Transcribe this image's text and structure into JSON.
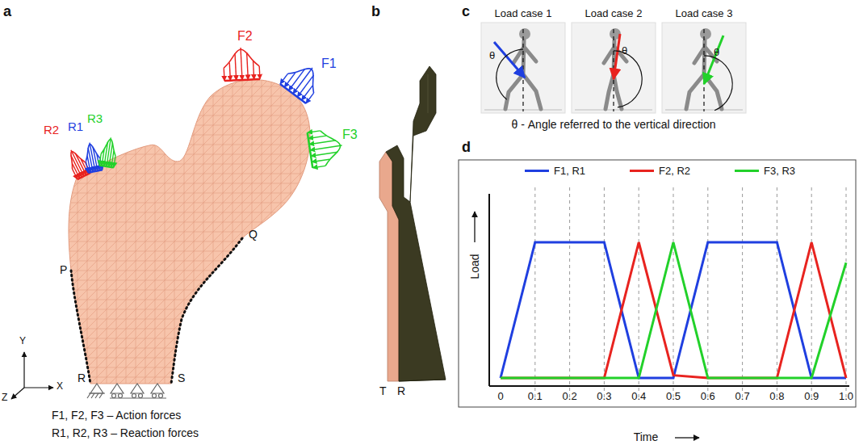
{
  "diagram": {
    "labels": [
      "a",
      "b",
      "c",
      "d",
      "F2",
      "F1",
      "F3",
      "R1",
      "R2",
      "R3",
      "P",
      "Q",
      "R",
      "S",
      "Y",
      "X",
      "Z",
      "T",
      "R",
      "F1, F2, F3 – Action forces",
      "R1, R2, R3 – Reaction forces",
      "Load case 1",
      "Load case 2",
      "Load case 3",
      "θ",
      "θ",
      "θ",
      "θ - Angle referred to the vertical direction",
      "Load",
      "0",
      "0.1",
      "0.2",
      "0.3",
      "0.4",
      "0.5",
      "0.6",
      "0.7",
      "0.8",
      "0.9",
      "1.0",
      "Time"
    ],
    "legend": [
      {
        "text": "F1, R1",
        "color": "#1f3fe0"
      },
      {
        "text": "F2, R2",
        "color": "#e8231f"
      },
      {
        "text": "F3, R3",
        "color": "#22d12a"
      }
    ]
  }
}
